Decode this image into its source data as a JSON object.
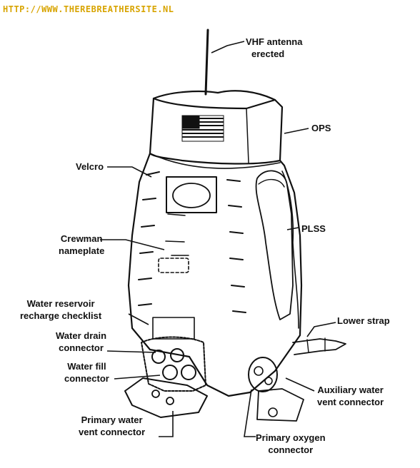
{
  "watermark_url": "HTTP://WWW.THEREBREATHERSITE.NL",
  "labels": {
    "vhf_antenna": [
      "VHF antenna",
      "erected"
    ],
    "ops": "OPS",
    "velcro": "Velcro",
    "plss": "PLSS",
    "crewman_nameplate": [
      "Crewman",
      "nameplate"
    ],
    "water_reservoir": [
      "Water reservoir",
      "recharge checklist"
    ],
    "lower_strap": "Lower strap",
    "water_drain": [
      "Water drain",
      "connector"
    ],
    "water_fill": [
      "Water fill",
      "connector"
    ],
    "auxiliary_water": [
      "Auxiliary water",
      "vent connector"
    ],
    "primary_water": [
      "Primary water",
      "vent connector"
    ],
    "primary_oxygen": [
      "Primary oxygen",
      "connector"
    ]
  },
  "colors": {
    "ink": "#111111",
    "watermark": "#d8a400",
    "paper": "#ffffff"
  }
}
